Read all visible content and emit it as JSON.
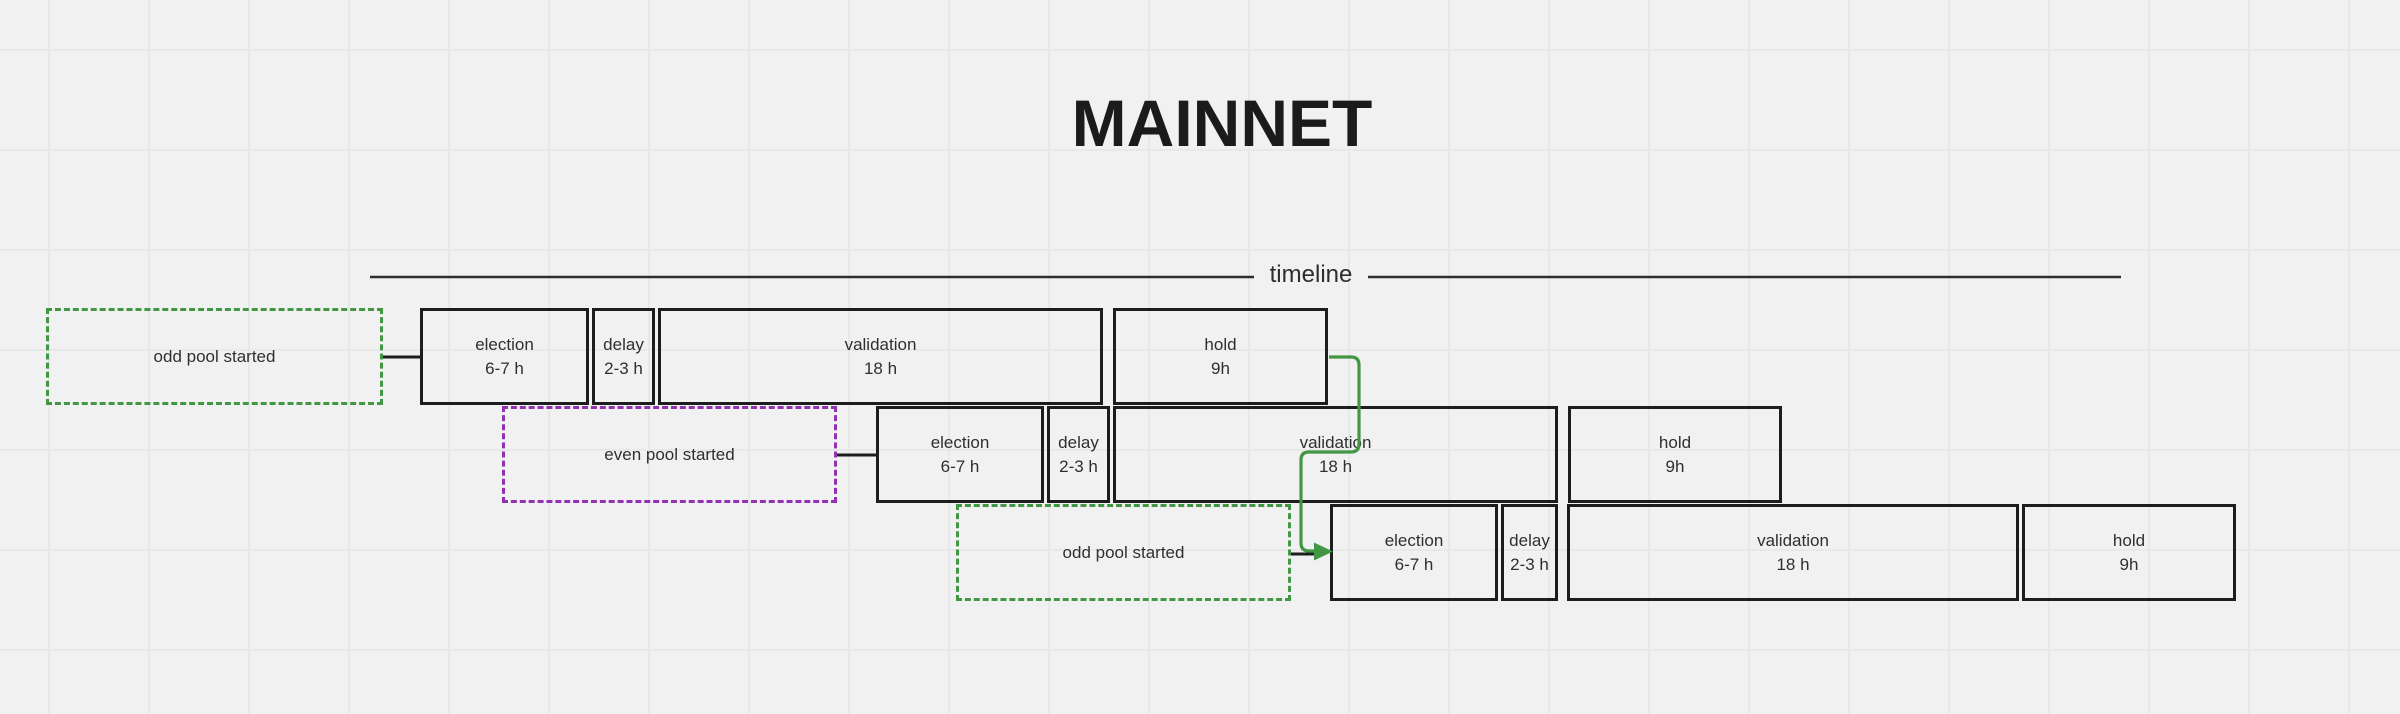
{
  "title": "MAINNET",
  "timeline": {
    "label": "timeline"
  },
  "colors": {
    "background": "#f1f1f1",
    "grid_line": "#e8e8e8",
    "box_border": "#1d1d1d",
    "text": "#2f2f2f",
    "timeline_line": "#2d2d2d",
    "odd_pool_green": "#429745",
    "even_pool_purple": "#9331b4"
  },
  "rows": [
    {
      "start": {
        "label": "odd pool started",
        "color": "green"
      },
      "phases": [
        {
          "name": "election",
          "duration": "6-7 h"
        },
        {
          "name": "delay",
          "duration": "2-3 h"
        },
        {
          "name": "validation",
          "duration": "18 h"
        },
        {
          "name": "hold",
          "duration": "9h"
        }
      ]
    },
    {
      "start": {
        "label": "even pool started",
        "color": "purple"
      },
      "phases": [
        {
          "name": "election",
          "duration": "6-7 h"
        },
        {
          "name": "delay",
          "duration": "2-3 h"
        },
        {
          "name": "validation",
          "duration": "18 h"
        },
        {
          "name": "hold",
          "duration": "9h"
        }
      ]
    },
    {
      "start": {
        "label": "odd pool started",
        "color": "green"
      },
      "phases": [
        {
          "name": "election",
          "duration": "6-7 h"
        },
        {
          "name": "delay",
          "duration": "2-3 h"
        },
        {
          "name": "validation",
          "duration": "18 h"
        },
        {
          "name": "hold",
          "duration": "9h"
        }
      ]
    }
  ],
  "arrow": {
    "from": "hold (row 1)",
    "to": "election (row 3)",
    "color": "green"
  }
}
